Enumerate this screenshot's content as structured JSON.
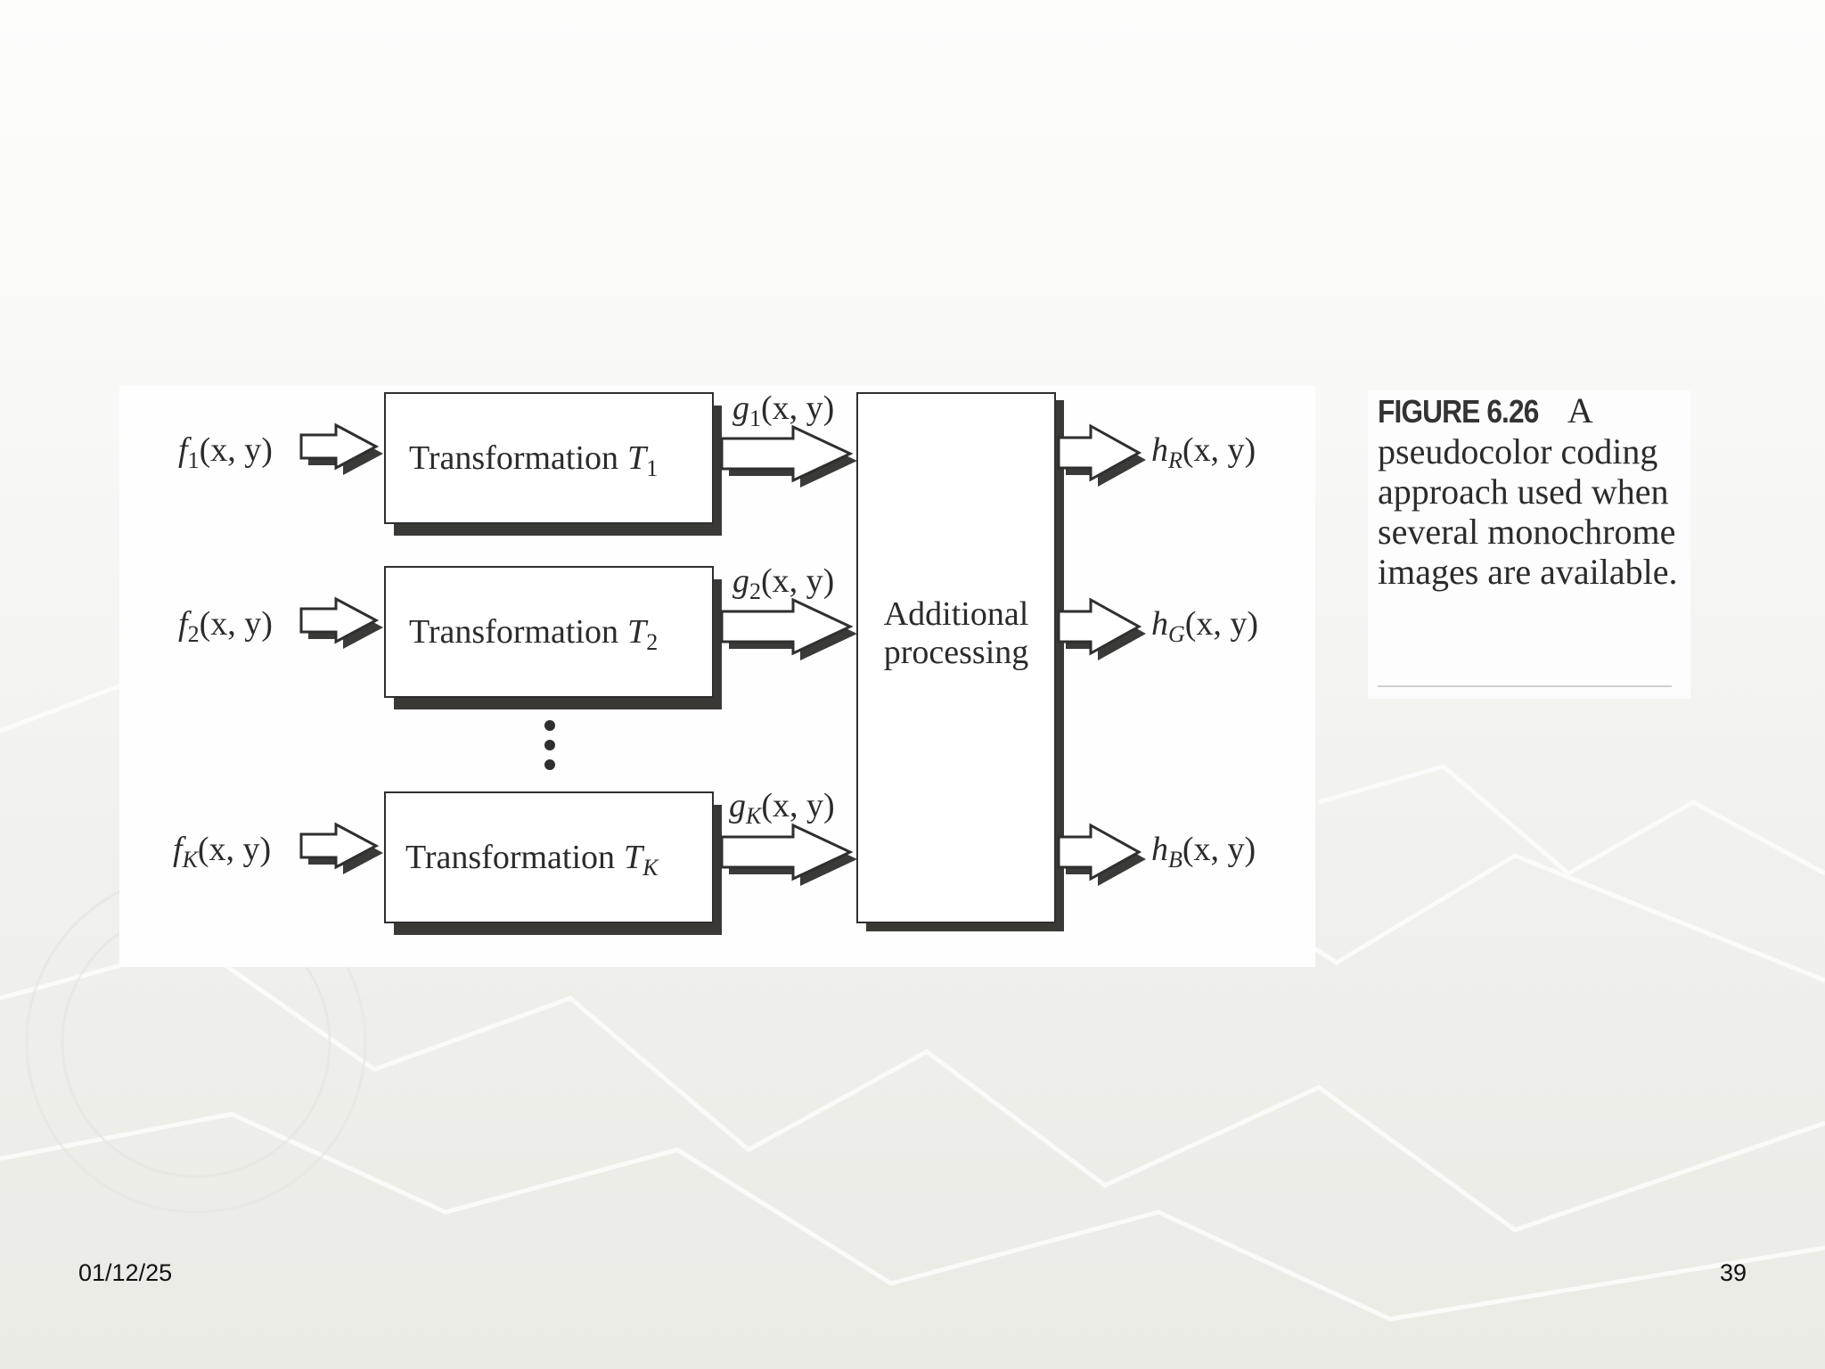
{
  "diagram": {
    "inputs": [
      {
        "f": "f",
        "sub": "1",
        "args": "(x, y)"
      },
      {
        "f": "f",
        "sub": "2",
        "args": "(x, y)"
      },
      {
        "f": "f",
        "sub": "K",
        "args": "(x, y)"
      }
    ],
    "transforms": [
      {
        "label": "Transformation",
        "t": "T",
        "sub": "1"
      },
      {
        "label": "Transformation",
        "t": "T",
        "sub": "2"
      },
      {
        "label": "Transformation",
        "t": "T",
        "sub": "K"
      }
    ],
    "intermediates": [
      {
        "g": "g",
        "sub": "1",
        "args": "(x, y)"
      },
      {
        "g": "g",
        "sub": "2",
        "args": "(x, y)"
      },
      {
        "g": "g",
        "sub": "K",
        "args": "(x, y)"
      }
    ],
    "processor": {
      "line1": "Additional",
      "line2": "processing"
    },
    "outputs": [
      {
        "h": "h",
        "sub": "R",
        "args": "(x, y)"
      },
      {
        "h": "h",
        "sub": "G",
        "args": "(x, y)"
      },
      {
        "h": "h",
        "sub": "B",
        "args": "(x, y)"
      }
    ]
  },
  "caption": {
    "label": "FIGURE 6.26",
    "text_first": "A",
    "text_rest": "pseudocolor coding approach used when several monochrome images are available."
  },
  "footer": {
    "date": "01/12/25",
    "page": "39"
  }
}
